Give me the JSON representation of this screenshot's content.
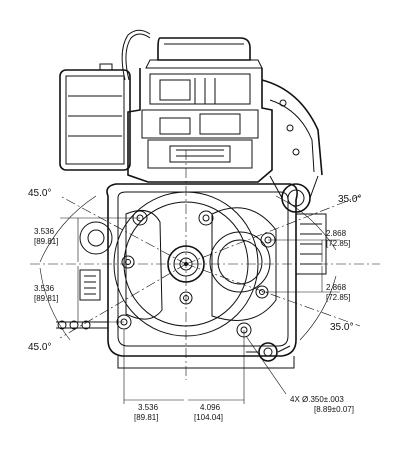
{
  "dimensions": {
    "angle_top_left": "45.0°",
    "angle_top_right": "35.0°",
    "angle_bottom_left": "45.0°",
    "angle_bottom_right": "35.0°",
    "left_upper_in": "3.536",
    "left_upper_mm": "[89.81]",
    "left_lower_in": "3.536",
    "left_lower_mm": "[89.81]",
    "right_upper_in": "2.868",
    "right_upper_mm": "[72.85]",
    "right_lower_in": "2.868",
    "right_lower_mm": "[72.85]",
    "bottom_left_in": "3.536",
    "bottom_left_mm": "[89.81]",
    "bottom_right_in": "4.096",
    "bottom_right_mm": "[104.04]",
    "hole_callout_line1": "4X  Ø.350±.003",
    "hole_callout_line2": "[8.89±0.07]"
  }
}
